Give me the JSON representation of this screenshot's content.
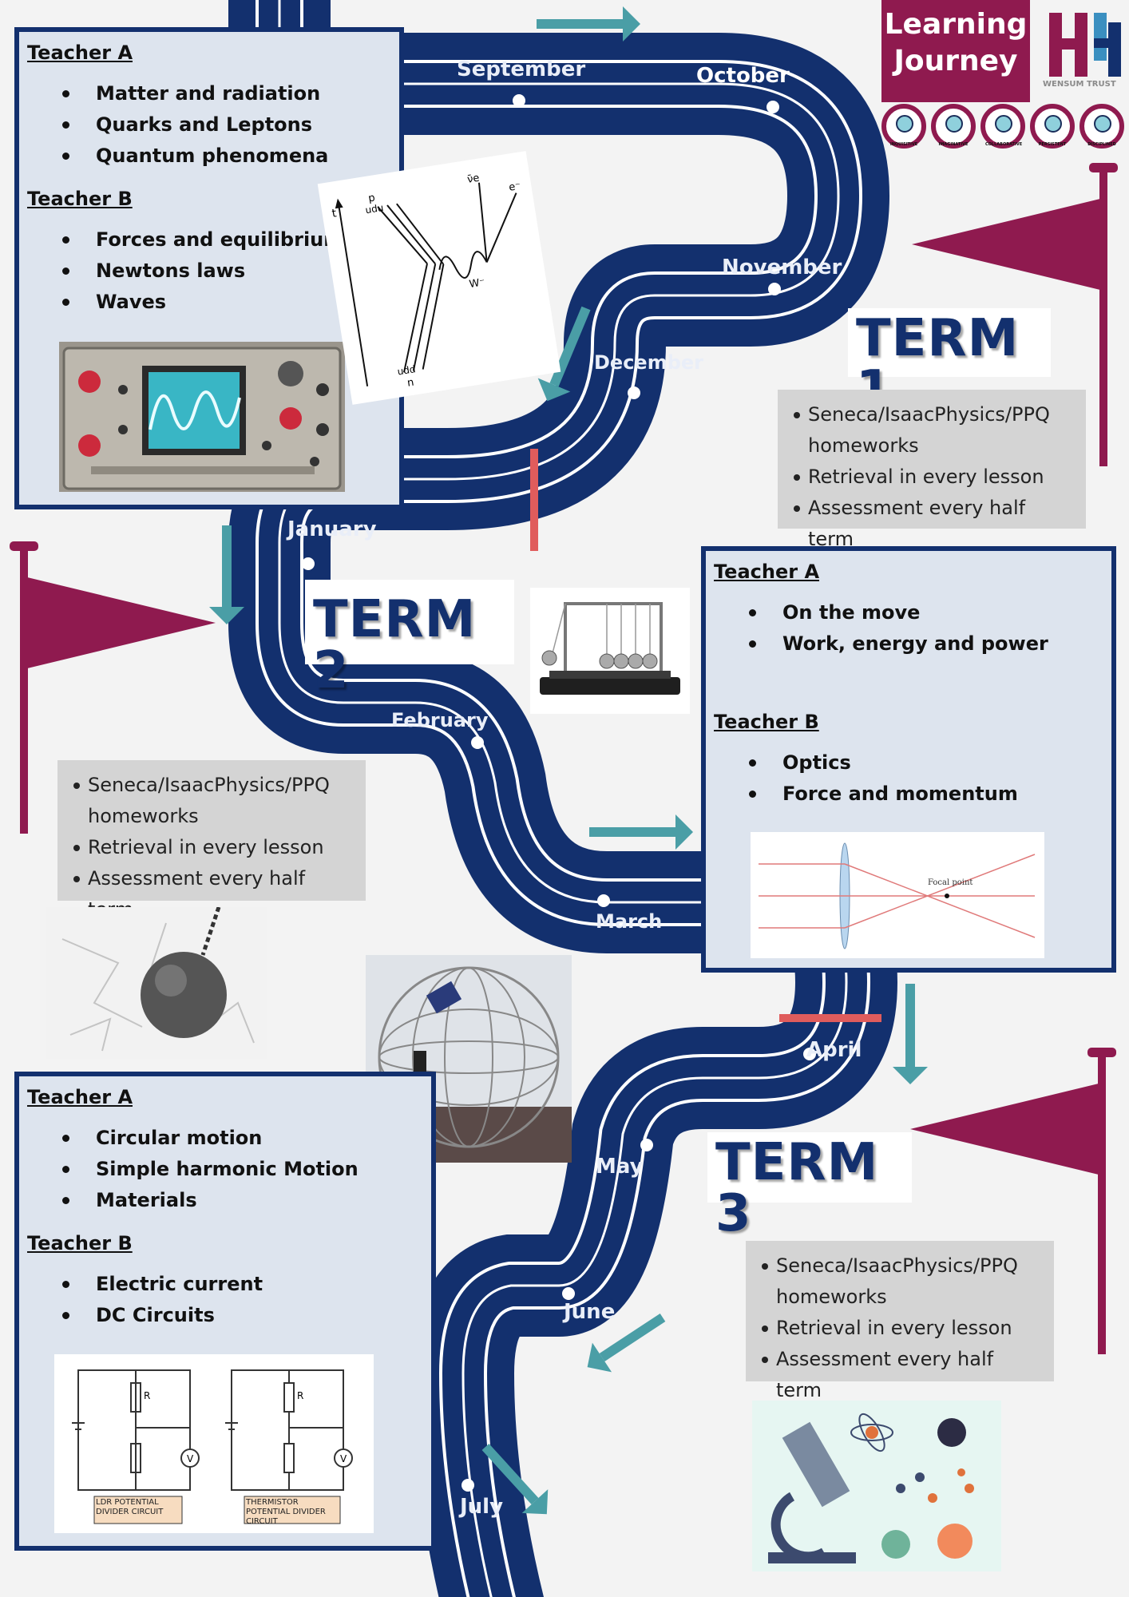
{
  "header": {
    "logo_text_line1": "Learning",
    "logo_text_line2": "Journey",
    "trust_name": "WENSUM TRUST",
    "values": [
      "INQUISITIVE",
      "IMAGINATIVE",
      "COLLABORATIVE",
      "PERSISTENT",
      "DISCIPLINED"
    ]
  },
  "colors": {
    "road": "#13306e",
    "flag": "#8f1a4f",
    "arrow": "#4a9ea6",
    "divider": "#e05c5c",
    "term_text": "#13306e"
  },
  "months": [
    "September",
    "October",
    "November",
    "December",
    "January",
    "February",
    "March",
    "April",
    "May",
    "June",
    "July"
  ],
  "terms": [
    "TERM 1",
    "TERM 2",
    "TERM 3"
  ],
  "info_lines": [
    "Seneca/IsaacPhysics/PPQ",
    "homeworks",
    "Retrieval in every lesson",
    "Assessment every half term"
  ],
  "box1": {
    "teacher_a": "Teacher A",
    "topics_a": [
      "Matter and radiation",
      "Quarks and Leptons",
      "Quantum phenomena"
    ],
    "teacher_b": "Teacher B",
    "topics_b": [
      "Forces and equilibrium",
      "Newtons laws",
      "Waves"
    ]
  },
  "box2": {
    "teacher_a": "Teacher A",
    "topics_a": [
      "On the move",
      "Work, energy and power"
    ],
    "teacher_b": "Teacher B",
    "topics_b": [
      "Optics",
      "Force and momentum"
    ]
  },
  "box3": {
    "teacher_a": "Teacher A",
    "topics_a": [
      "Circular motion",
      "Simple harmonic Motion",
      "Materials"
    ],
    "teacher_b": "Teacher B",
    "topics_b": [
      "Electric current",
      "DC  Circuits"
    ]
  },
  "images": {
    "feynman": {
      "labels": [
        "t",
        "p",
        "udu",
        "udd",
        "n",
        "W⁻",
        "e⁻",
        "ν̄e"
      ]
    },
    "lens": {
      "label": "Focal point"
    },
    "circuits": {
      "left_label": "LDR POTENTIAL DIVIDER CIRCUIT",
      "right_label": "THERMISTOR POTENTIAL DIVIDER CIRCUIT",
      "resistor": "R",
      "meter": "V"
    }
  }
}
